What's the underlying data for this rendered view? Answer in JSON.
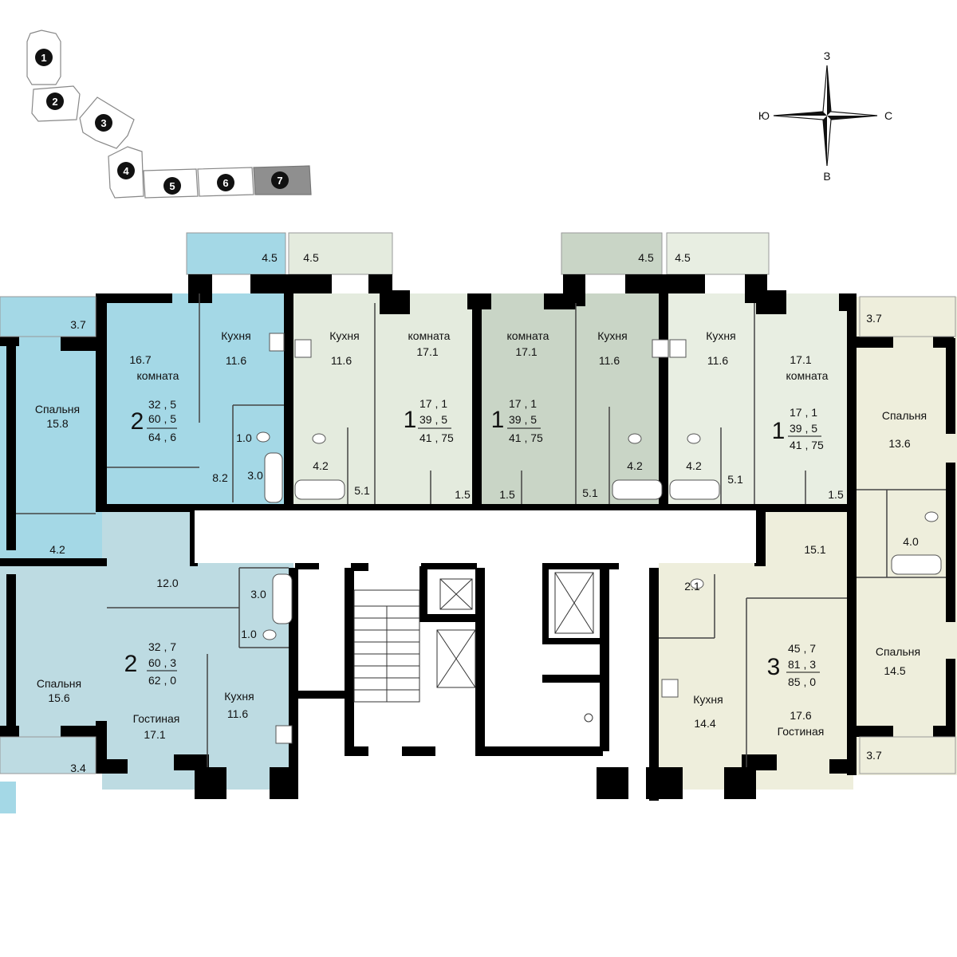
{
  "compass": {
    "north": "З",
    "south": "В",
    "west": "Ю",
    "east": "С"
  },
  "sections": [
    {
      "number": "1",
      "active": false
    },
    {
      "number": "2",
      "active": false
    },
    {
      "number": "3",
      "active": false
    },
    {
      "number": "4",
      "active": false
    },
    {
      "number": "5",
      "active": false
    },
    {
      "number": "6",
      "active": false
    },
    {
      "number": "7",
      "active": true
    }
  ],
  "colors": {
    "blue": "#a4d8e6",
    "light_blue": "#bddbe2",
    "light_green": "#e4ebde",
    "mid_green": "#c9d5c6",
    "pale_green": "#e8eee2",
    "beige": "#eeeedc",
    "wall": "#000000",
    "section_active": "#8f8f8f"
  },
  "apartments": [
    {
      "id": "apt-2-top",
      "rooms": "2",
      "area_living": "32 , 5",
      "area_total": "60 , 5",
      "area_full": "64 , 6"
    },
    {
      "id": "apt-2-bottom",
      "rooms": "2",
      "area_living": "32 , 7",
      "area_total": "60 , 3",
      "area_full": "62 , 0"
    },
    {
      "id": "apt-1-a",
      "rooms": "1",
      "area_living": "17 , 1",
      "area_total": "39 , 5",
      "area_full": "41 , 75"
    },
    {
      "id": "apt-1-b",
      "rooms": "1",
      "area_living": "17 , 1",
      "area_total": "39 , 5",
      "area_full": "41 , 75"
    },
    {
      "id": "apt-1-c",
      "rooms": "1",
      "area_living": "17 , 1",
      "area_total": "39 , 5",
      "area_full": "41 , 75"
    },
    {
      "id": "apt-3",
      "rooms": "3",
      "area_living": "45 , 7",
      "area_total": "81 , 3",
      "area_full": "85 , 0"
    }
  ],
  "rooms": {
    "bed_left_top_name": "Спальня",
    "bed_left_top_area": "15.8",
    "bed_left_bottom_name": "Спальня",
    "bed_left_bottom_area": "15.6",
    "balc_left_top": "3.7",
    "balc_left_bottom": "3.4",
    "hall_left": "4.2",
    "a2t_room_area": "16.7",
    "a2t_room_name": "комната",
    "a2t_kitchen_name": "Кухня",
    "a2t_kitchen_area": "11.6",
    "a2t_wc": "1.0",
    "a2t_bath": "3.0",
    "a2t_hall": "8.2",
    "a2t_balcony": "4.5",
    "a2b_hall": "12.0",
    "a2b_bath": "3.0",
    "a2b_wc": "1.0",
    "a2b_living_name": "Гостиная",
    "a2b_living_area": "17.1",
    "a2b_kitchen_name": "Кухня",
    "a2b_kitchen_area": "11.6",
    "a1a_balcony": "4.5",
    "a1a_kitchen_name": "Кухня",
    "a1a_kitchen_area": "11.6",
    "a1a_room_name": "комната",
    "a1a_room_area": "17.1",
    "a1a_bath": "4.2",
    "a1a_hall": "5.1",
    "a1a_storage": "1.5",
    "a1b_balcony": "4.5",
    "a1b_room_name": "комната",
    "a1b_room_area": "17.1",
    "a1b_kitchen_name": "Кухня",
    "a1b_kitchen_area": "11.6",
    "a1b_storage": "1.5",
    "a1b_hall": "5.1",
    "a1b_bath": "4.2",
    "a1c_balcony": "4.5",
    "a1c_kitchen_name": "Кухня",
    "a1c_kitchen_area": "11.6",
    "a1c_room_area": "17.1",
    "a1c_room_name": "комната",
    "a1c_bath": "4.2",
    "a1c_hall": "5.1",
    "a1c_storage": "1.5",
    "a3_balcony_top": "3.7",
    "a3_bed1_name": "Спальня",
    "a3_bed1_area": "13.6",
    "a3_hall": "15.1",
    "a3_bath": "4.0",
    "a3_wc": "2.1",
    "a3_bed2_name": "Спальня",
    "a3_bed2_area": "14.5",
    "a3_kitchen_name": "Кухня",
    "a3_kitchen_area": "14.4",
    "a3_living_area": "17.6",
    "a3_living_name": "Гостиная",
    "a3_balcony_bottom": "3.7"
  }
}
